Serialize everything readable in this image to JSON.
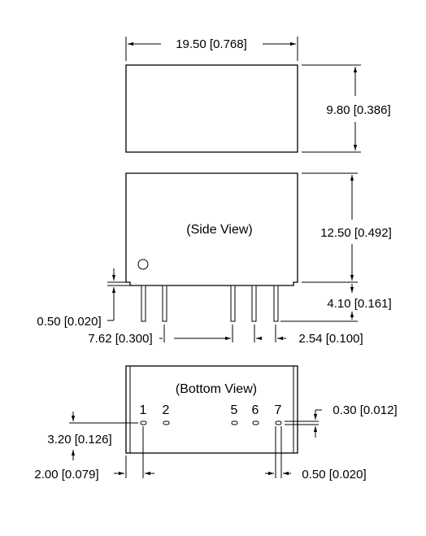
{
  "top_view": {
    "width_dim": "19.50 [0.768]",
    "height_dim": "9.80 [0.386]"
  },
  "side_view": {
    "title": "(Side View)",
    "body_height_dim": "12.50 [0.492]",
    "pin_length_dim": "4.10 [0.161]",
    "standoff_dim": "0.50 [0.020]",
    "pin_span_dim": "7.62 [0.300]",
    "pin_pitch_dim": "2.54 [0.100]"
  },
  "bottom_view": {
    "title": "(Bottom View)",
    "pin_labels": [
      "1",
      "2",
      "5",
      "6",
      "7"
    ],
    "pin_row_offset_dim": "3.20 [0.126]",
    "pin_edge_offset_dim": "2.00 [0.079]",
    "pin_thickness_dim": "0.30 [0.012]",
    "pin_width_dim": "0.50 [0.020]"
  }
}
